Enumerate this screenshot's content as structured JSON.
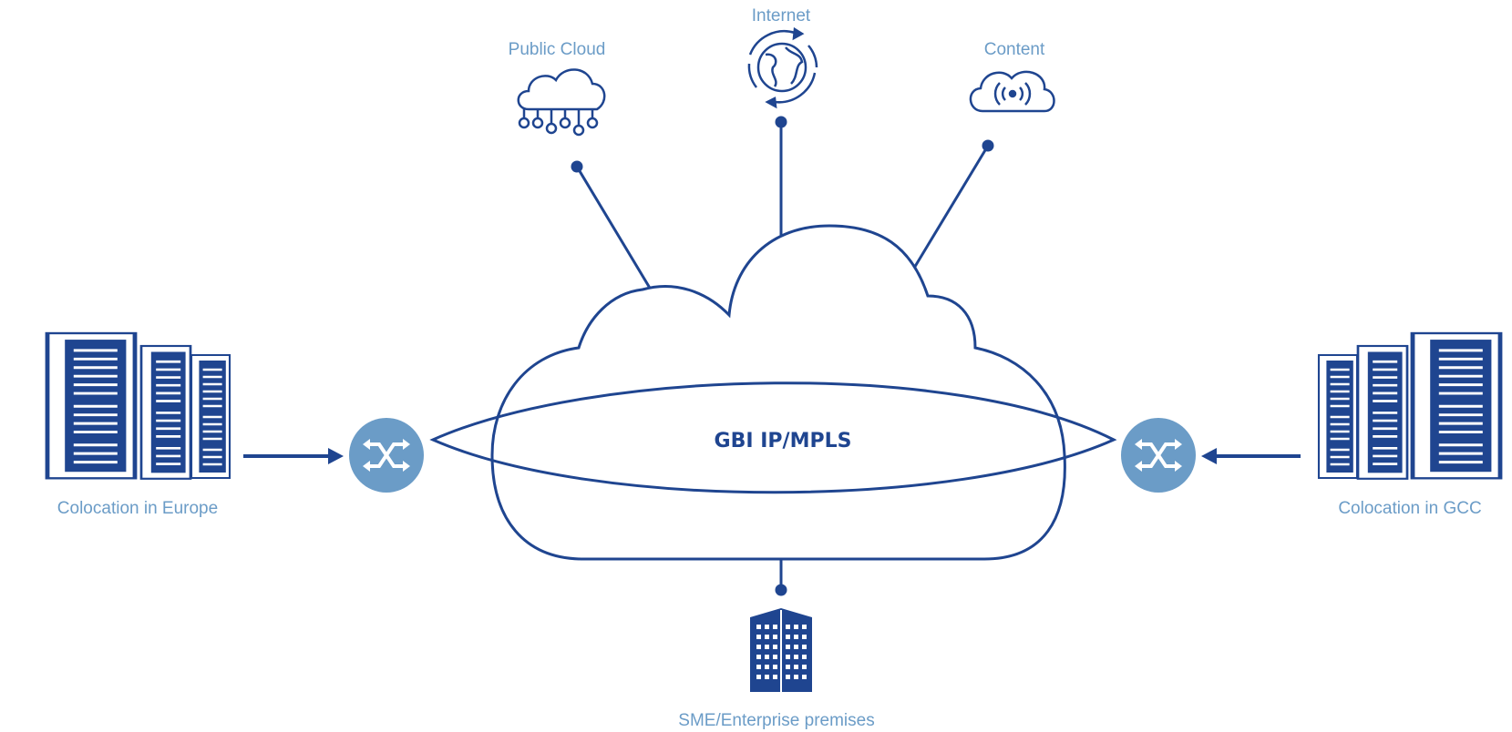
{
  "diagram": {
    "core_label": "GBI IP/MPLS",
    "nodes": {
      "public_cloud": {
        "label": "Public Cloud",
        "icon": "cloud-network-icon"
      },
      "internet": {
        "label": "Internet",
        "icon": "globe-icon"
      },
      "content": {
        "label": "Content",
        "icon": "cloud-broadcast-icon"
      },
      "colo_europe": {
        "label": "Colocation in Europe",
        "icon": "server-rack-icon"
      },
      "colo_gcc": {
        "label": "Colocation in GCC",
        "icon": "server-rack-icon"
      },
      "sme": {
        "label": "SME/Enterprise premises",
        "icon": "office-building-icon"
      }
    },
    "colors": {
      "primary": "#1f4590",
      "accent": "#6b9cc7",
      "label": "#6b9cc7"
    }
  }
}
